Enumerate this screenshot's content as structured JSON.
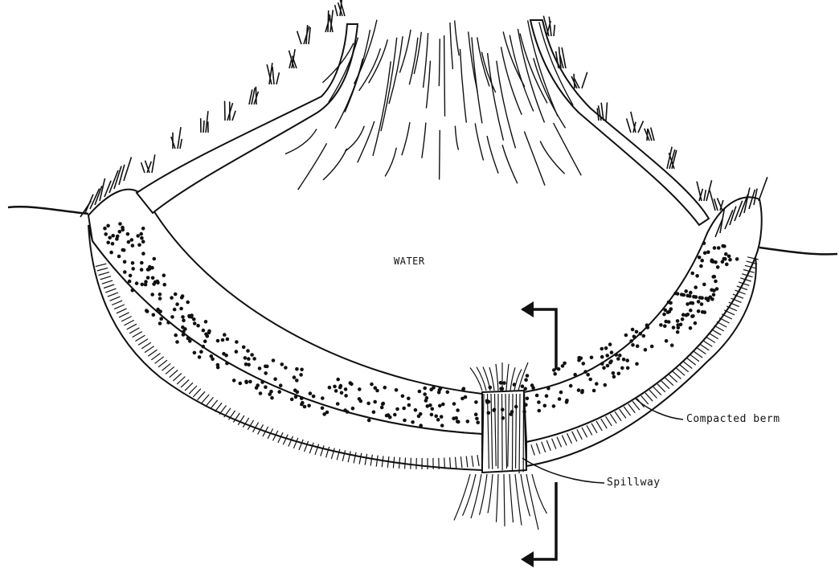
{
  "labels": {
    "water": "WATER",
    "compacted_berm": "Compacted berm",
    "spillway": "Spillway"
  },
  "colors": {
    "ink": "#111111",
    "background": "#ffffff"
  }
}
